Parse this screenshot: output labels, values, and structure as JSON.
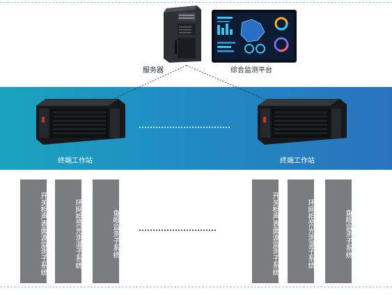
{
  "top": {
    "server_label": "服务器",
    "platform_label": "综合监测平台"
  },
  "workstations": [
    {
      "label": "终端工作站"
    },
    {
      "label": "终端工作站"
    }
  ],
  "subsystems": [
    "开关柜声表面波监测子系统",
    "环网柜荧光测温子系统",
    "鱼眼监测子系统",
    "开关柜声表面波监测子系统",
    "环网柜荧光测温子系统",
    "鱼眼监测子系统"
  ],
  "colors": {
    "band_start": "#1aa3be",
    "band_end": "#2a72bd",
    "column_gray": "#7a7c7f"
  }
}
